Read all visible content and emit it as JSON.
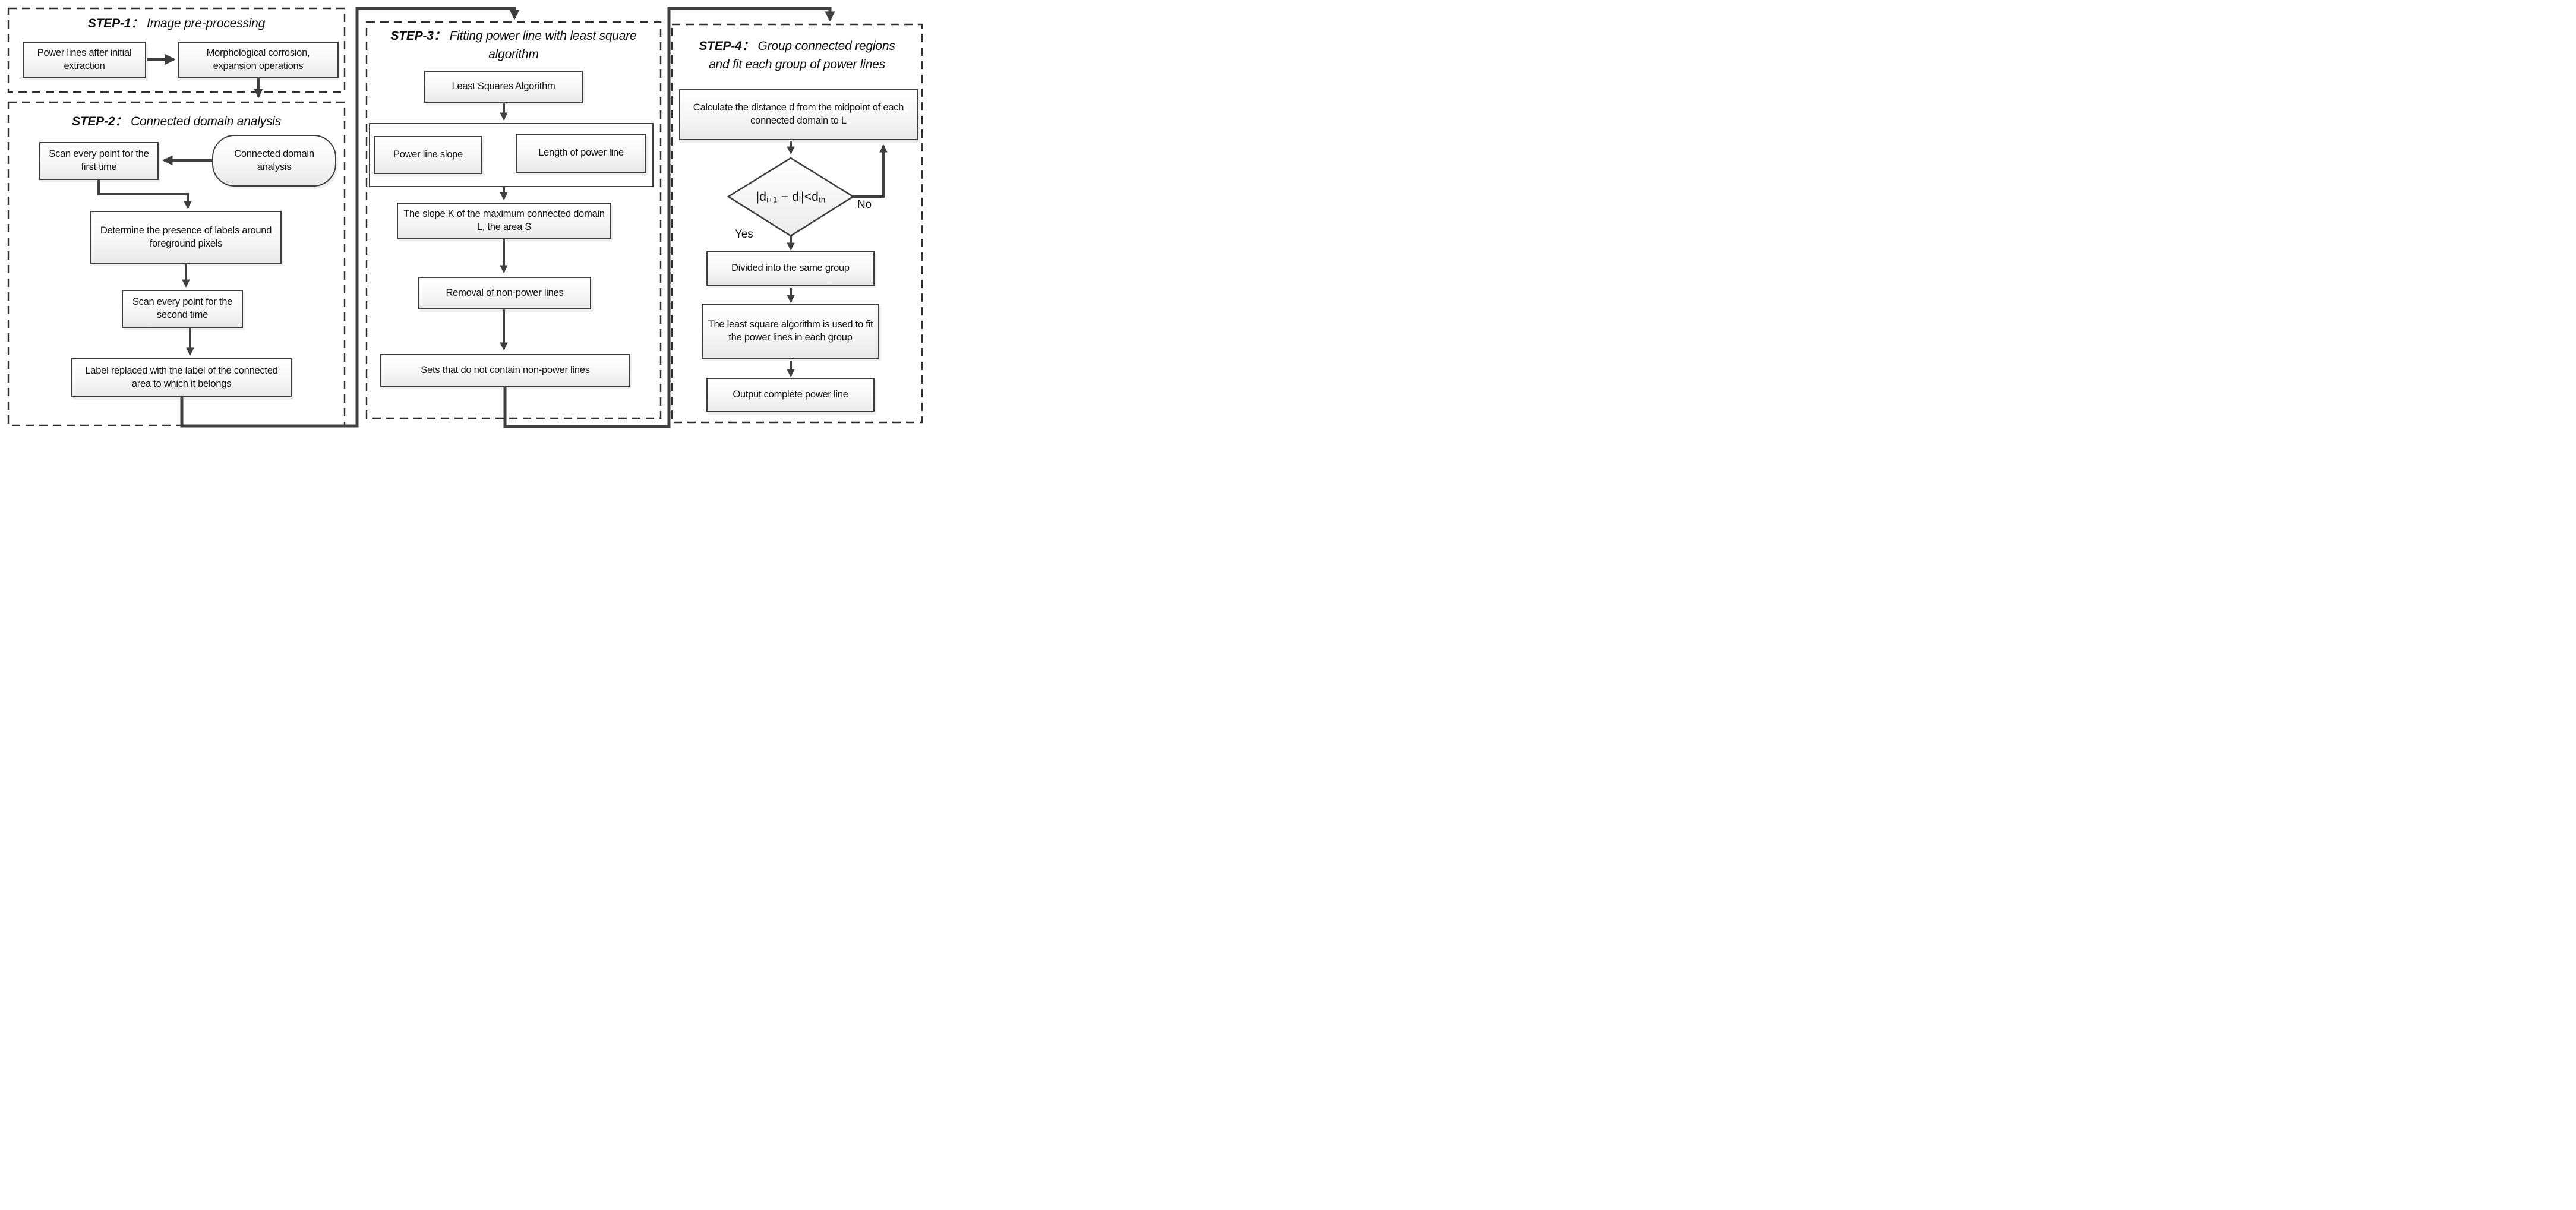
{
  "colors": {
    "connector": "#3f3f3f",
    "box_border": "#3d3d3d",
    "dashed_border": "#2e2e2e",
    "box_fill_top": "#ffffff",
    "box_fill_bottom": "#e9e9e9",
    "text": "#111111"
  },
  "step1": {
    "title_prefix": "STEP-1：",
    "title_text": "Image pre-processing",
    "box_initial": "Power lines after initial extraction",
    "box_morph": "Morphological corrosion, expansion operations"
  },
  "step2": {
    "title_prefix": "STEP-2：",
    "title_text": "Connected domain analysis",
    "box_scan_first": "Scan every point for the first time",
    "stadium_connected": "Connected domain analysis",
    "box_determine": "Determine the presence of labels around foreground pixels",
    "box_scan_second": "Scan every point for the second time",
    "box_label_replaced": "Label replaced with the label of the connected area to which it belongs"
  },
  "step3": {
    "title_prefix": "STEP-3：",
    "title_line1": "Fitting power line with least square",
    "title_line2": "algorithm",
    "box_least_squares": "Least Squares Algorithm",
    "box_slope": "Power line slope",
    "box_length": "Length of power line",
    "box_max_domain": "The slope K of the maximum connected domain L, the area S",
    "box_removal": "Removal of non-power lines",
    "box_sets": "Sets that do not contain non-power lines"
  },
  "step4": {
    "title_prefix": "STEP-4：",
    "title_line1": "Group connected regions",
    "title_line2": "and fit each group of power lines",
    "box_calc_distance": "Calculate the distance d from the midpoint of each connected domain to L",
    "diamond": {
      "p1": "|d",
      "s1": "i+1",
      "p2": " − d",
      "s2": "i",
      "p3": "|<d",
      "s3": "th"
    },
    "label_no": "No",
    "label_yes": "Yes",
    "box_divided": "Divided into the same group",
    "box_fit_group": "The least square algorithm is used to fit the power lines in each group",
    "box_output": "Output complete power line"
  }
}
